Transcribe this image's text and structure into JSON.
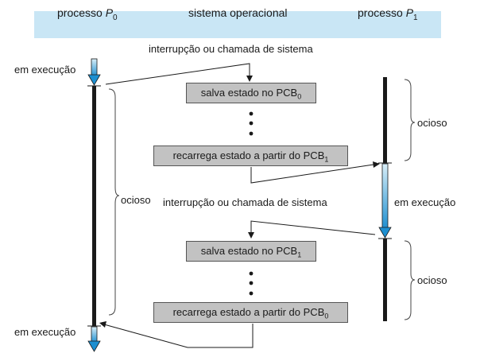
{
  "header": {
    "p0_label": "processo",
    "p0_sub": "0",
    "os_label": "sistema operacional",
    "p1_label": "processo",
    "p1_sub": "1",
    "p_letter": "P"
  },
  "labels": {
    "interrupt_top": "interrupção ou chamada de sistema",
    "interrupt_mid": "interrupção ou chamada de sistema",
    "p0_exec_top": "em execução",
    "p0_exec_bottom": "em execução",
    "p0_idle": "ocioso",
    "p1_idle_top": "ocioso",
    "p1_exec": "em execução",
    "p1_idle_bottom": "ocioso"
  },
  "boxes": {
    "save_p0": {
      "text": "salva estado no PCB",
      "sub": "0"
    },
    "reload_p1": {
      "text": "recarrega estado a partir do PCB",
      "sub": "1"
    },
    "save_p1": {
      "text": "salva estado no PCB",
      "sub": "1"
    },
    "reload_p0": {
      "text": "recarrega estado a partir do PCB",
      "sub": "0"
    }
  },
  "colors": {
    "header_bg": "#c9e6f5",
    "box_bg": "#c2c2c2",
    "exec_arrow_top": "#d8eef8",
    "exec_arrow_bottom": "#1d8fd0"
  }
}
